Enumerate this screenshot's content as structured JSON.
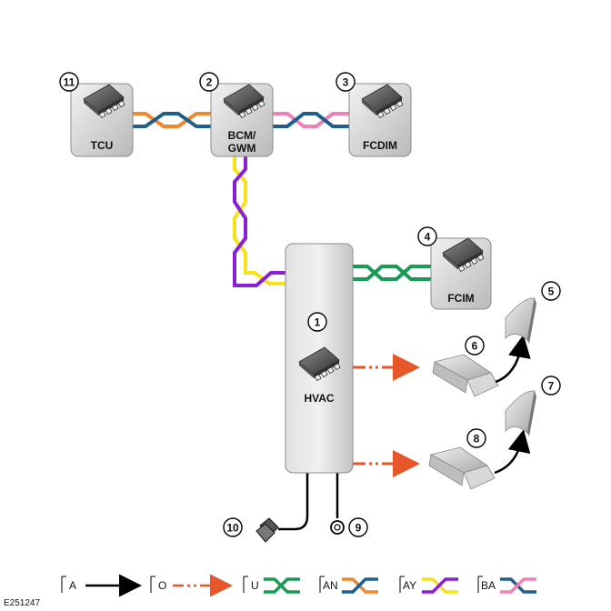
{
  "reference": "E251247",
  "modules": {
    "tcu": {
      "num": "11",
      "label": "TCU"
    },
    "bcm": {
      "num": "2",
      "label1": "BCM/",
      "label2": "GWM"
    },
    "fcdim": {
      "num": "3",
      "label": "FCDIM"
    },
    "fcim": {
      "num": "4",
      "label": "FCIM"
    },
    "hvac": {
      "num": "1",
      "label": "HVAC"
    }
  },
  "components": {
    "n5": "5",
    "n6": "6",
    "n7": "7",
    "n8": "8",
    "n9": "9",
    "n10": "10"
  },
  "legend": {
    "a": "A",
    "o": "O",
    "u": "U",
    "an": "AN",
    "ay": "AY",
    "ba": "BA"
  },
  "colors": {
    "orange": "#f0892c",
    "blue": "#1f5f8f",
    "pink": "#ee82b4",
    "yellow": "#f5e21a",
    "purple": "#8a1fd6",
    "green": "#1a9b55",
    "red_orange": "#e8572a",
    "black": "#000000"
  }
}
